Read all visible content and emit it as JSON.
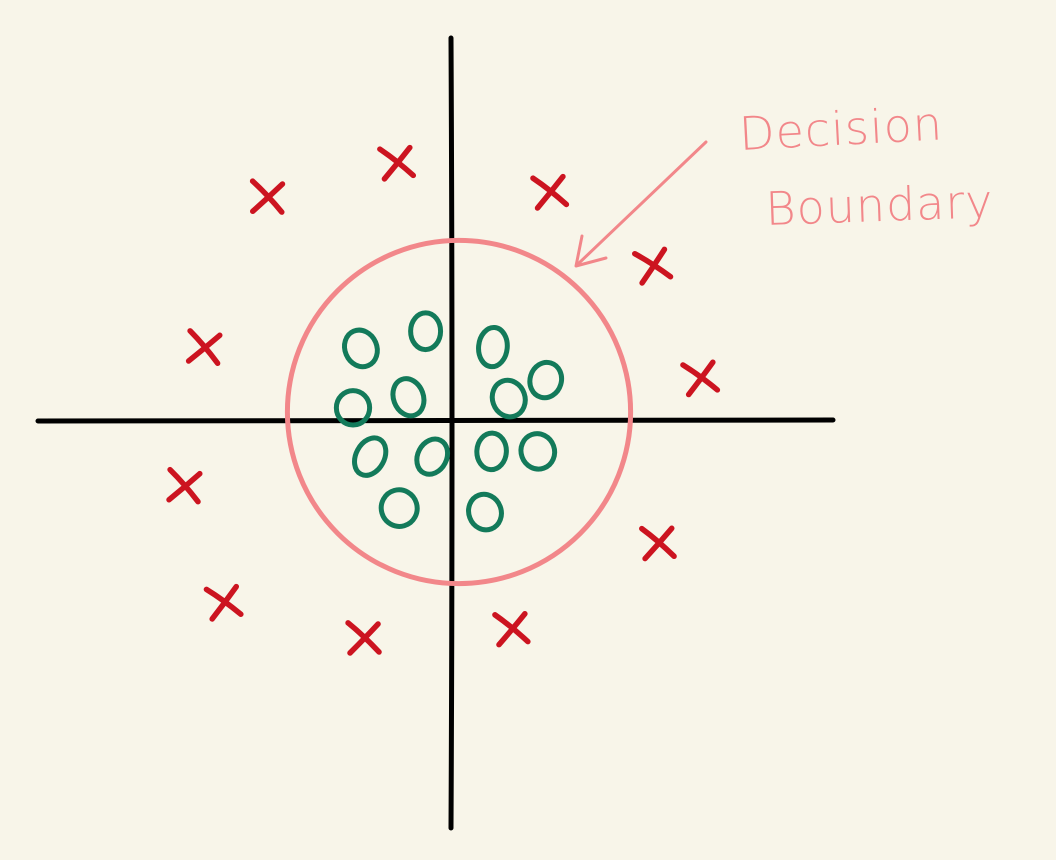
{
  "colors": {
    "background": "#f8f5e9",
    "axes": "#000000",
    "boundary": "#f2878a",
    "positive_class": "#cc1420",
    "negative_class": "#137a5a"
  },
  "annotation": {
    "line1": "Decision",
    "line2": "Boundary"
  },
  "symbols": {
    "cross": "x",
    "circle": "o"
  },
  "crosses": [
    [
      -1.4,
      1.7
    ],
    [
      -0.42,
      1.96
    ],
    [
      0.74,
      1.74
    ],
    [
      1.52,
      1.18
    ],
    [
      -1.88,
      0.56
    ],
    [
      1.88,
      0.33
    ],
    [
      -2.03,
      -0.49
    ],
    [
      1.56,
      -0.92
    ],
    [
      -1.73,
      -1.37
    ],
    [
      -0.67,
      -1.64
    ],
    [
      0.45,
      -1.57
    ]
  ],
  "circles": [
    [
      -0.69,
      0.55
    ],
    [
      -0.2,
      0.68
    ],
    [
      0.31,
      0.56
    ],
    [
      0.71,
      0.31
    ],
    [
      -0.75,
      0.1
    ],
    [
      -0.33,
      0.18
    ],
    [
      0.43,
      0.17
    ],
    [
      -0.62,
      -0.27
    ],
    [
      -0.15,
      -0.27
    ],
    [
      0.3,
      -0.23
    ],
    [
      0.65,
      -0.23
    ],
    [
      -0.4,
      -0.66
    ],
    [
      0.25,
      -0.69
    ]
  ],
  "boundary": {
    "shape": "circle",
    "radius": 1.3
  }
}
